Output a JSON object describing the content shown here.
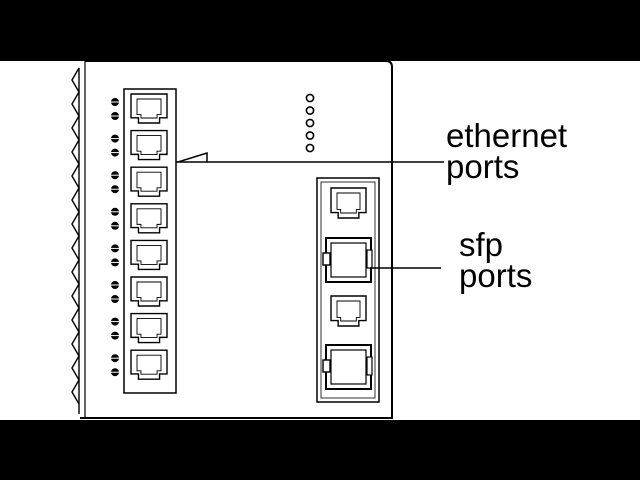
{
  "callouts": {
    "ethernet": {
      "line1": "ethernet",
      "line2": "ports"
    },
    "sfp": {
      "line1": "sfp",
      "line2": "ports"
    }
  },
  "device": {
    "ethernet_port_count": 8,
    "status_led_count": 5,
    "combo_slots": [
      "rj45",
      "sfp",
      "rj45",
      "sfp"
    ]
  },
  "colors": {
    "letterbox": "#000000",
    "background": "#ffffff",
    "stroke": "#000000"
  }
}
